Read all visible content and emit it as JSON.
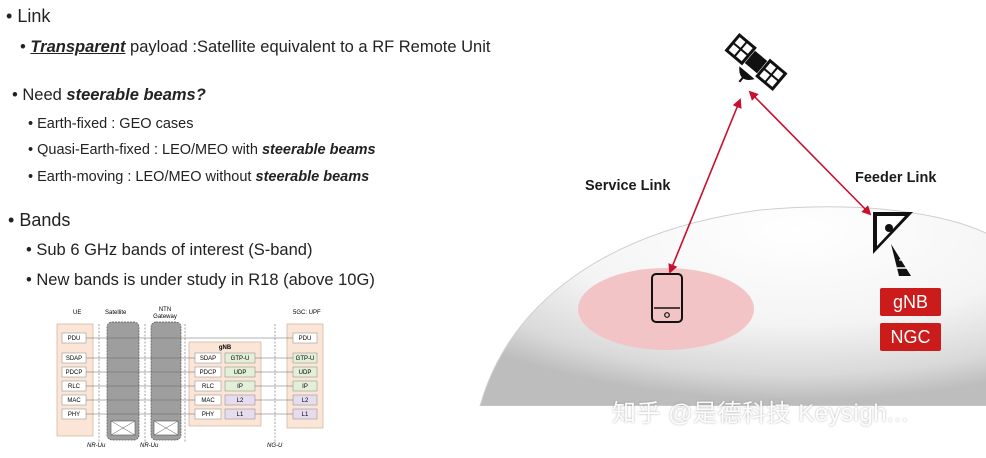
{
  "bullets": {
    "link": "Link",
    "transparent_em": "Transparent",
    "transparent_rest": " payload :Satellite equivalent to a RF Remote Unit",
    "need_prefix": "Need ",
    "need_em": "steerable beams?",
    "earth_fixed": "Earth-fixed : GEO cases",
    "quasi_prefix": "Quasi-Earth-fixed : LEO/MEO with ",
    "quasi_em": "steerable beams",
    "moving_prefix": "Earth-moving : LEO/MEO without ",
    "moving_em": "steerable beams",
    "bands": "Bands",
    "sub6": "Sub 6 GHz bands of interest (S-band)",
    "newbands": "New bands is under study in R18 (above 10G)"
  },
  "diagram": {
    "service_link": "Service Link",
    "feeder_link": "Feeder Link",
    "gnb": "gNB",
    "ngc": "NGC",
    "watermark": "知乎 @是德科技 Keysigh..."
  },
  "stack": {
    "ue": "UE",
    "satellite": "Satellite",
    "ntn_1": "NTN",
    "ntn_2": "Gateway",
    "upf": "5GC: UPF",
    "gnb": "gNB",
    "pdu": "PDU",
    "sdap": "SDAP",
    "pdcp": "PDCP",
    "rlc": "RLC",
    "mac": "MAC",
    "phy": "PHY",
    "gtpu": "GTP-U",
    "udp": "UDP",
    "ip": "IP",
    "l2": "L2",
    "l1": "L1",
    "nr_uu_1": "NR-Uu",
    "nr_uu_2": "NR-Uu",
    "ng_u": "NG-U"
  },
  "colors": {
    "red": "#cc1b1b",
    "pink": "#f2c4c6",
    "protocol_fill": "#fbe5d6",
    "green": "#e2efd9",
    "purple": "#e5dcf0"
  }
}
